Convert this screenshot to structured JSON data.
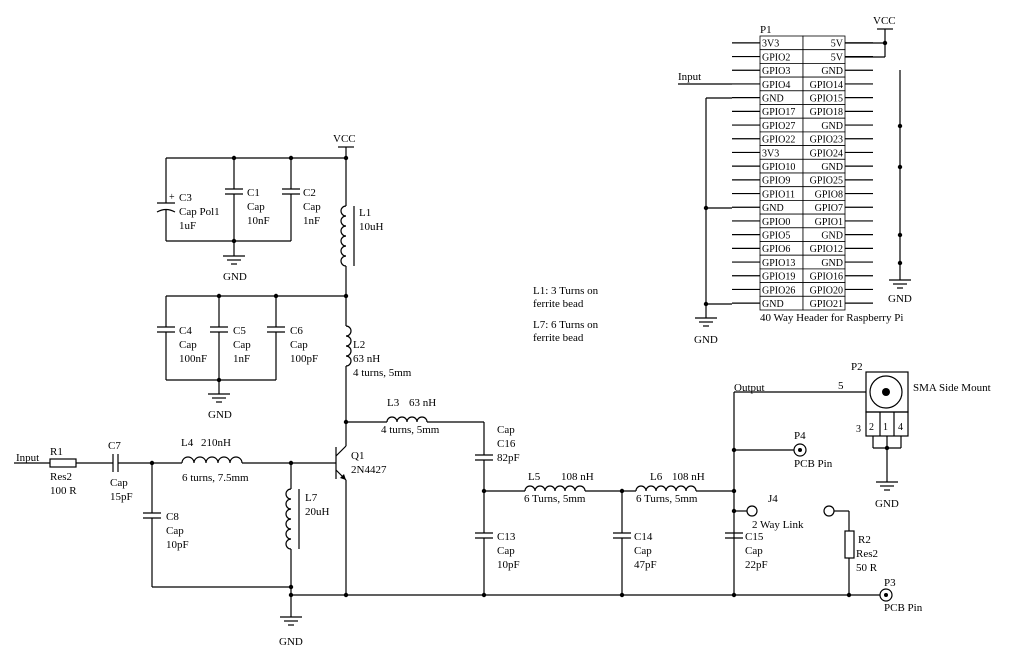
{
  "power": {
    "vcc": "VCC",
    "gnd": "GND"
  },
  "header": {
    "ref": "P1",
    "caption": "40 Way Header for Raspberry Pi",
    "input_label": "Input",
    "rows": [
      [
        "3V3",
        "5V"
      ],
      [
        "GPIO2",
        "5V"
      ],
      [
        "GPIO3",
        "GND"
      ],
      [
        "GPIO4",
        "GPIO14"
      ],
      [
        "GND",
        "GPIO15"
      ],
      [
        "GPIO17",
        "GPIO18"
      ],
      [
        "GPIO27",
        "GND"
      ],
      [
        "GPIO22",
        "GPIO23"
      ],
      [
        "3V3",
        "GPIO24"
      ],
      [
        "GPIO10",
        "GND"
      ],
      [
        "GPIO9",
        "GPIO25"
      ],
      [
        "GPIO11",
        "GPIO8"
      ],
      [
        "GND",
        "GPIO7"
      ],
      [
        "GPIO0",
        "GPIO1"
      ],
      [
        "GPIO5",
        "GND"
      ],
      [
        "GPIO6",
        "GPIO12"
      ],
      [
        "GPIO13",
        "GND"
      ],
      [
        "GPIO19",
        "GPIO16"
      ],
      [
        "GPIO26",
        "GPIO20"
      ],
      [
        "GND",
        "GPIO21"
      ]
    ]
  },
  "components": {
    "c3": {
      "ref": "C3",
      "type": "Cap Pol1",
      "value": "1uF"
    },
    "c1": {
      "ref": "C1",
      "type": "Cap",
      "value": "10nF"
    },
    "c2": {
      "ref": "C2",
      "type": "Cap",
      "value": "1nF"
    },
    "l1": {
      "ref": "L1",
      "value": "10uH"
    },
    "c4": {
      "ref": "C4",
      "type": "Cap",
      "value": "100nF"
    },
    "c5": {
      "ref": "C5",
      "type": "Cap",
      "value": "1nF"
    },
    "c6": {
      "ref": "C6",
      "type": "Cap",
      "value": "100pF"
    },
    "l2": {
      "ref": "L2",
      "value": "63 nH",
      "desc": "4 turns, 5mm"
    },
    "l3": {
      "ref": "L3",
      "value": "63 nH",
      "desc": "4 turns, 5mm"
    },
    "c16": {
      "ref": "C16",
      "type": "Cap",
      "value": "82pF"
    },
    "q1": {
      "ref": "Q1",
      "value": "2N4427"
    },
    "input": "Input",
    "r1": {
      "ref": "R1",
      "type": "Res2",
      "value": "100 R"
    },
    "c7": {
      "ref": "C7",
      "type": "Cap",
      "value": "15pF"
    },
    "l4": {
      "ref": "L4",
      "value": "210nH",
      "desc": "6 turns, 7.5mm"
    },
    "c8": {
      "ref": "C8",
      "type": "Cap",
      "value": "10pF"
    },
    "l7": {
      "ref": "L7",
      "value": "20uH"
    },
    "l5": {
      "ref": "L5",
      "value": "108 nH",
      "desc": "6 Turns, 5mm"
    },
    "l6": {
      "ref": "L6",
      "value": "108 nH",
      "desc": "6 Turns, 5mm"
    },
    "c13": {
      "ref": "C13",
      "type": "Cap",
      "value": "10pF"
    },
    "c14": {
      "ref": "C14",
      "type": "Cap",
      "value": "47pF"
    },
    "c15": {
      "ref": "C15",
      "type": "Cap",
      "value": "22pF"
    },
    "p4": {
      "ref": "P4",
      "desc": "PCB Pin"
    },
    "j4": {
      "ref": "J4",
      "desc": "2 Way Link"
    },
    "r2": {
      "ref": "R2",
      "type": "Res2",
      "value": "50 R"
    },
    "p3": {
      "ref": "P3",
      "desc": "PCB Pin"
    },
    "p2": {
      "ref": "P2",
      "desc": "SMA Side Mount",
      "pins": [
        "5",
        "3",
        "2",
        "1",
        "4"
      ]
    },
    "output": "Output"
  },
  "notes": {
    "l1_line1": "L1: 3 Turns on",
    "l1_line2": "ferrite bead",
    "l7_line1": "L7: 6 Turns on",
    "l7_line2": "ferrite bead"
  }
}
